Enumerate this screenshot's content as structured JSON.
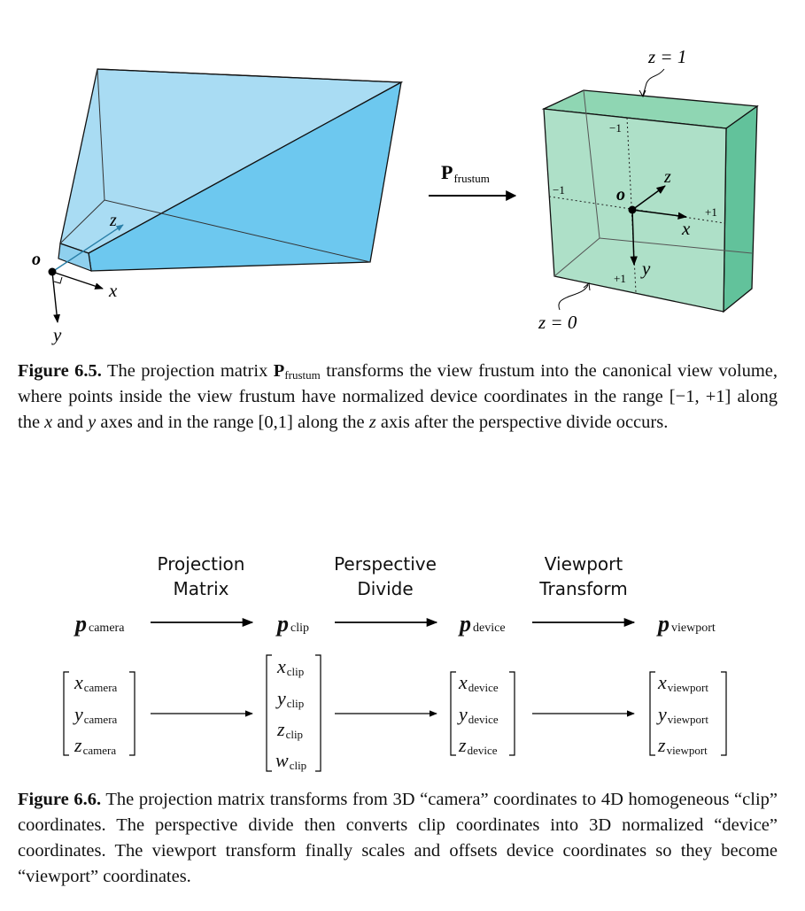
{
  "fig65": {
    "origin_label": "o",
    "x_label": "x",
    "y_label": "y",
    "z_label": "z",
    "arrow_label_main": "P",
    "arrow_label_sub": "frustum",
    "cube_z1": "z = 1",
    "cube_z0": "z = 0",
    "cube_o": "o",
    "cube_x": "x",
    "cube_y": "y",
    "cube_z": "z",
    "tick_top": "−1",
    "tick_left": "−1",
    "tick_right": "+1",
    "tick_bottom": "+1"
  },
  "caption65": {
    "fig_label": "Figure 6.5.",
    "t1": " The projection matrix ",
    "p_main": "P",
    "p_sub": "frustum",
    "t2": " transforms the view frustum into the canonical view volume, where points inside the view frustum have normalized device coordinates in the range [−1, +1] along the ",
    "x": "x",
    "t3": " and ",
    "y": "y",
    "t4": " axes and in the range [0,1] along the ",
    "z": "z",
    "t5": " axis after the perspective divide occurs."
  },
  "fig66": {
    "headers": [
      {
        "line1": "Projection",
        "line2": "Matrix"
      },
      {
        "line1": "Perspective",
        "line2": "Divide"
      },
      {
        "line1": "Viewport",
        "line2": "Transform"
      }
    ],
    "points": [
      {
        "main": "p",
        "sub": "camera"
      },
      {
        "main": "p",
        "sub": "clip"
      },
      {
        "main": "p",
        "sub": "device"
      },
      {
        "main": "p",
        "sub": "viewport"
      }
    ],
    "vectors": [
      [
        {
          "main": "x",
          "sub": "camera"
        },
        {
          "main": "y",
          "sub": "camera"
        },
        {
          "main": "z",
          "sub": "camera"
        }
      ],
      [
        {
          "main": "x",
          "sub": "clip"
        },
        {
          "main": "y",
          "sub": "clip"
        },
        {
          "main": "z",
          "sub": "clip"
        },
        {
          "main": "w",
          "sub": "clip"
        }
      ],
      [
        {
          "main": "x",
          "sub": "device"
        },
        {
          "main": "y",
          "sub": "device"
        },
        {
          "main": "z",
          "sub": "device"
        }
      ],
      [
        {
          "main": "x",
          "sub": "viewport"
        },
        {
          "main": "y",
          "sub": "viewport"
        },
        {
          "main": "z",
          "sub": "viewport"
        }
      ]
    ]
  },
  "caption66": {
    "fig_label": "Figure 6.6.",
    "text": " The projection matrix transforms from 3D “camera” coordinates to 4D homogeneous “clip” coordinates. The perspective divide then converts clip coordinates into 3D normalized “device” coordinates. The viewport transform finally scales and offsets device coordinates so they become “viewport” coordinates."
  },
  "colors": {
    "frustum_light": "#a9dcf3",
    "frustum_mid": "#8fd0ee",
    "frustum_dark": "#6dc8ef",
    "cube_front": "#aee0c8",
    "cube_side": "#62c29b",
    "cube_top": "#8fd6b3",
    "z_axis": "#2a7fa8"
  }
}
